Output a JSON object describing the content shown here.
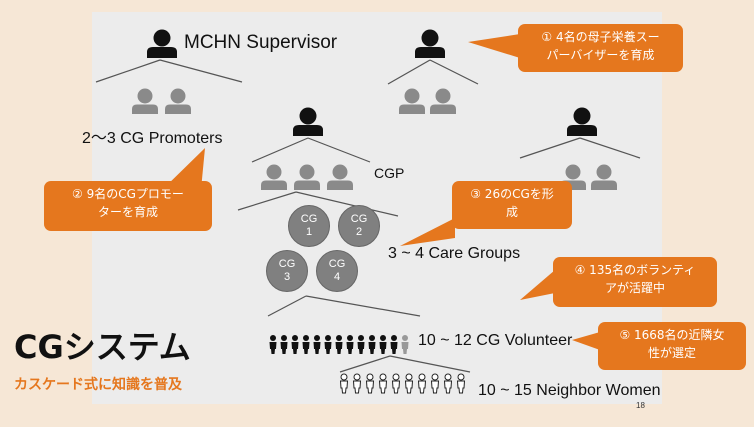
{
  "labels": {
    "supervisor": "MCHN Supervisor",
    "promoters": "2～3 CG Promoters",
    "cgp": "CGP",
    "care_groups": "3 ~ 4 Care Groups",
    "volunteers": "10 ~ 12 CG Volunteer",
    "neighbors": "10 ~ 15 Neighbor Women",
    "page_number": "18"
  },
  "title": "CGシステム",
  "subtitle": "カスケード式に知識を普及",
  "callouts": [
    "① 4名の母子栄養スー\nパーバイザーを育成",
    "② 9名のCGプロモー\nターを育成",
    "③ 26のCGを形\n成",
    "④ 135名のボランティ\nアが活躍中",
    "⑤ 1668名の近隣女\n性が選定"
  ],
  "care_group_circles": [
    "CG\n1",
    "CG\n2",
    "CG\n3",
    "CG\n4"
  ],
  "colors": {
    "accent": "#e5771e",
    "dark_person": "#111111",
    "gray_person": "#8a8a8a",
    "slide_bg": "#ececec",
    "outer_bg": "#f6e7d6"
  }
}
